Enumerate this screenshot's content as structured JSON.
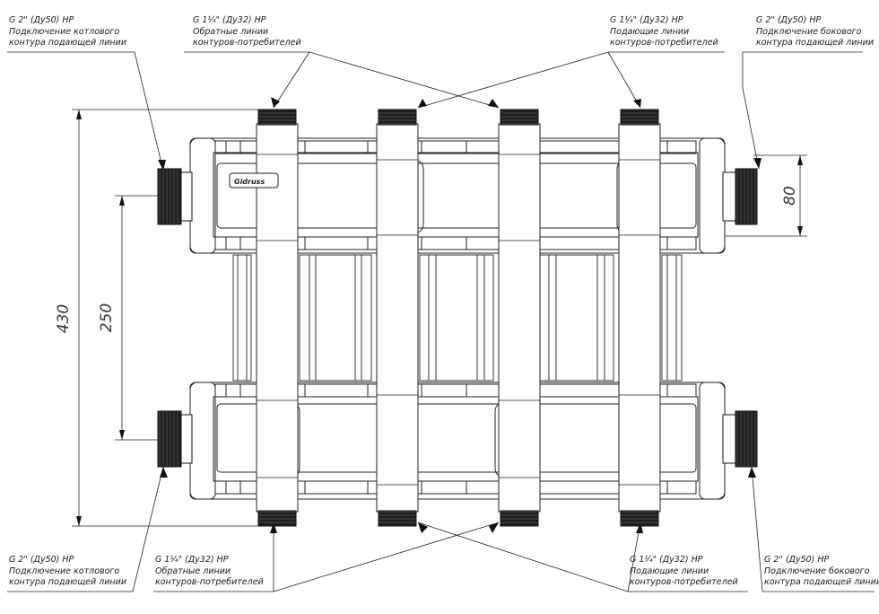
{
  "callouts": {
    "top_left": {
      "line1": "G 2\" (Ду50) НР",
      "line2": "Подключение котлового",
      "line3": "контура подающей линии"
    },
    "top_mid_left": {
      "line1": "G 1¼\" (Ду32) НР",
      "line2": "Обратные линии",
      "line3": "контуров-потребителей"
    },
    "top_mid_right": {
      "line1": "G 1¼\" (Ду32) НР",
      "line2": "Подающие линии",
      "line3": "контуров-потребителей"
    },
    "top_right": {
      "line1": "G 2\" (Ду50) НР",
      "line2": "Подключение бокового",
      "line3": "контура подающей линии"
    },
    "bottom_left": {
      "line1": "G 2\" (Ду50) НР",
      "line2": "Подключение котлового",
      "line3": "контура подающей линии"
    },
    "bottom_mid_left": {
      "line1": "G 1¼\" (Ду32) НР",
      "line2": "Обратные линии",
      "line3": "контуров-потребителей"
    },
    "bottom_mid_right": {
      "line1": "G 1¼\" (Ду32) НР",
      "line2": "Подающие линии",
      "line3": "контуров-потребителей"
    },
    "bottom_right": {
      "line1": "G 2\" (Ду50) НР",
      "line2": "Подключение бокового",
      "line3": "контура подающей линии"
    }
  },
  "dimensions": {
    "overall_height": "430",
    "pipe_spacing": "250",
    "side_port_offset": "80"
  },
  "brand_label": "Gidruss"
}
